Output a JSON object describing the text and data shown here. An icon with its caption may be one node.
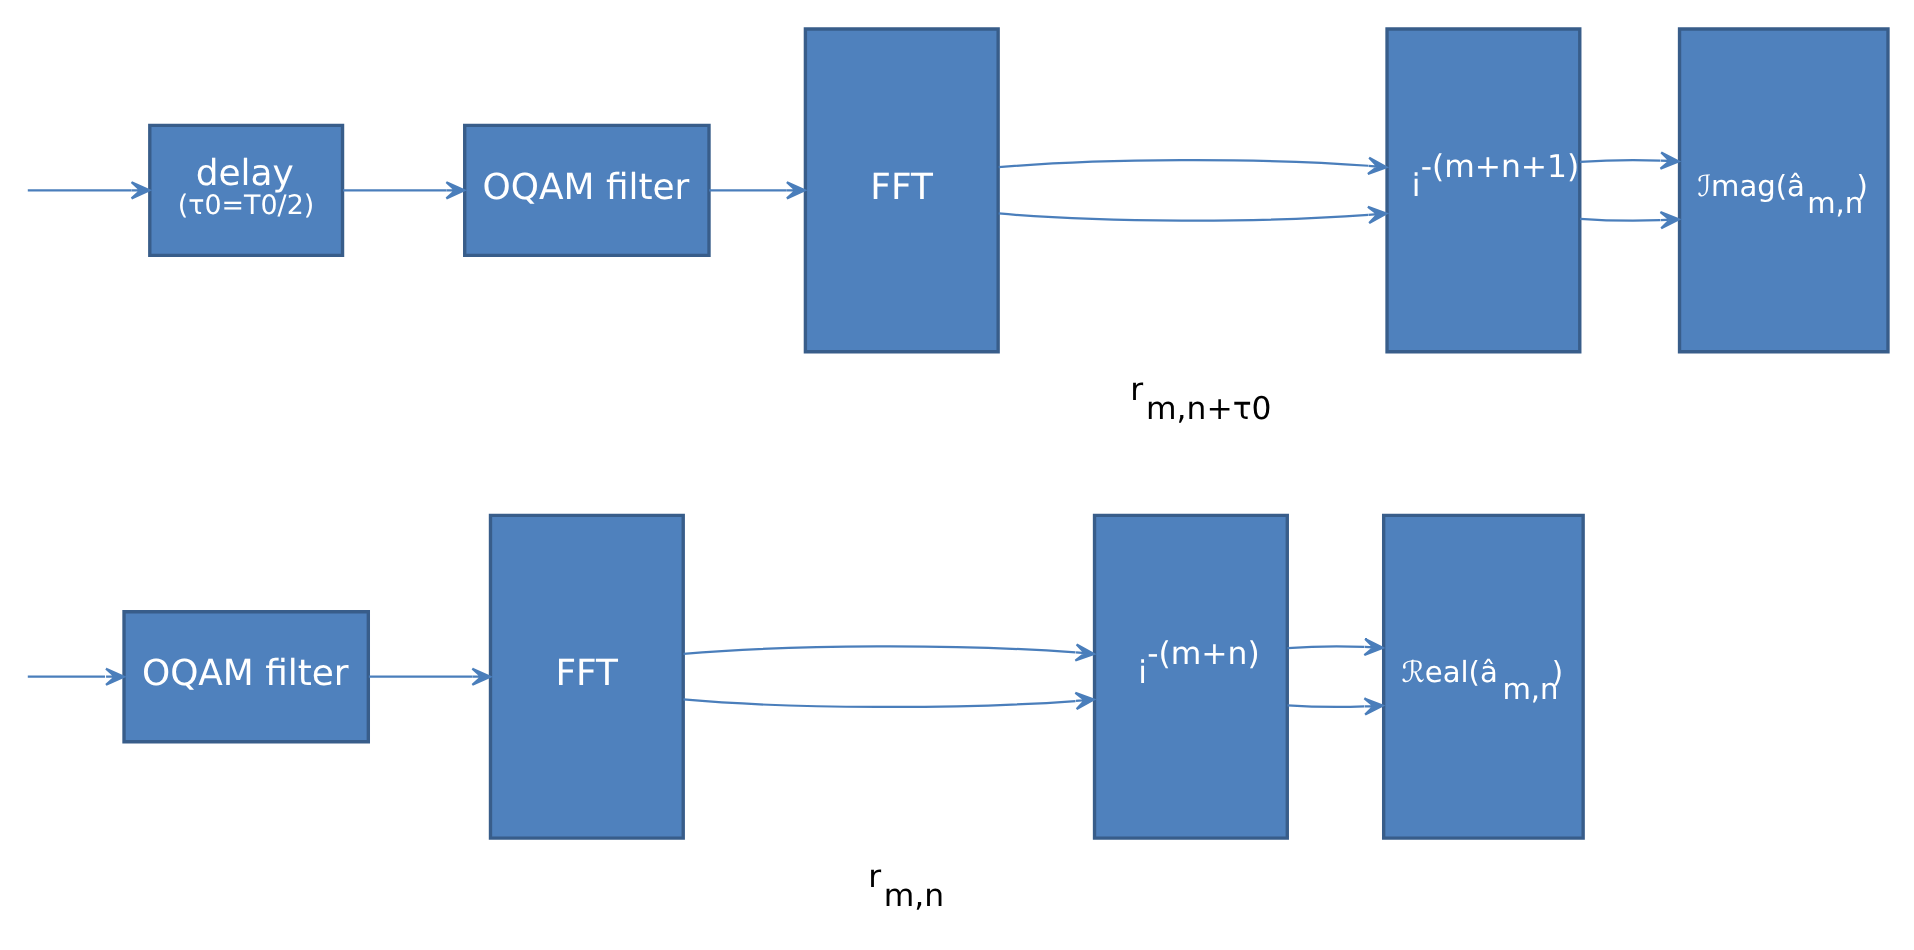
{
  "diagram": {
    "nodes": [
      {
        "text": [
          "OQAM filter"
        ]
      },
      {
        "text": [
          "FFT"
        ]
      },
      {
        "text": [
          "i$^{-(m+n)}$"
        ]
      },
      {
        "text": [
          "ℛeal(â$_{m,n}$)"
        ]
      },
      {
        "text": [
          "delay",
          "(τ0=T0/2)"
        ]
      },
      {
        "text": [
          "OQAM filter"
        ]
      },
      {
        "text": [
          "FFT"
        ]
      },
      {
        "text": [
          "i$^{-(m+n+1)}$"
        ]
      },
      {
        "text": [
          "ℐmag(â$_{m,n}$)"
        ]
      }
    ],
    "edges": [
      {
        "from": null,
        "to": 0,
        "arrow": "to"
      },
      {
        "from": null,
        "to": 4,
        "arrow": "to"
      },
      {
        "from": 0,
        "to": 1,
        "arrow": "to"
      },
      {
        "from": 1,
        "to": 2,
        "arrow": "to"
      },
      {
        "from": 1,
        "to": 2,
        "arrow": "to"
      },
      {
        "from": 2,
        "to": 3,
        "arrow": "to"
      },
      {
        "from": 2,
        "to": 3,
        "arrow": "to"
      },
      {
        "from": 4,
        "to": 5,
        "arrow": "to"
      },
      {
        "from": 5,
        "to": 6,
        "arrow": "to"
      },
      {
        "from": 6,
        "to": 7,
        "arrow": "to"
      },
      {
        "from": 6,
        "to": 7,
        "arrow": "to"
      },
      {
        "from": 7,
        "to": 8,
        "arrow": "to"
      },
      {
        "from": 7,
        "to": 8,
        "arrow": "to"
      }
    ],
    "labels": [
      "r$_{m,n}$",
      "r$_{m,n+τ0}$"
    ]
  }
}
